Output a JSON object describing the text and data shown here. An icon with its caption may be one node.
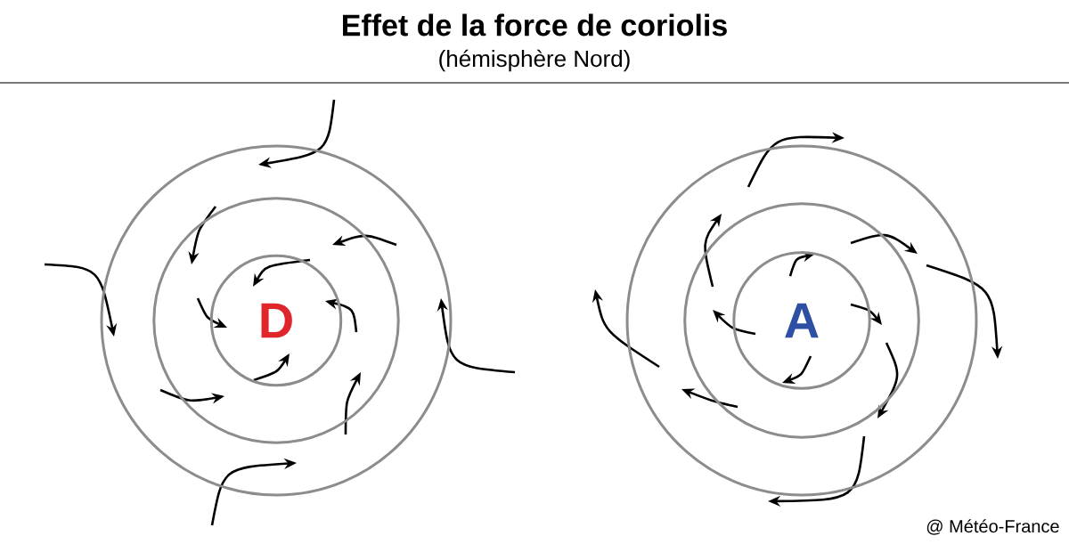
{
  "diagram": {
    "title": "Effet de la force de coriolis",
    "nodes": [
      {
        "text": [],
        "shape": "circle"
      },
      {
        "text": [],
        "shape": "circle",
        "in": 0
      },
      {
        "text": [
          "D"
        ],
        "in": 1
      },
      {
        "text": [],
        "shape": "circle"
      },
      {
        "text": [],
        "shape": "circle",
        "in": 3
      },
      {
        "text": [
          "A"
        ],
        "in": 4
      }
    ],
    "labels": [
      "(hémisphère Nord)",
      "@ Météo-France"
    ]
  }
}
